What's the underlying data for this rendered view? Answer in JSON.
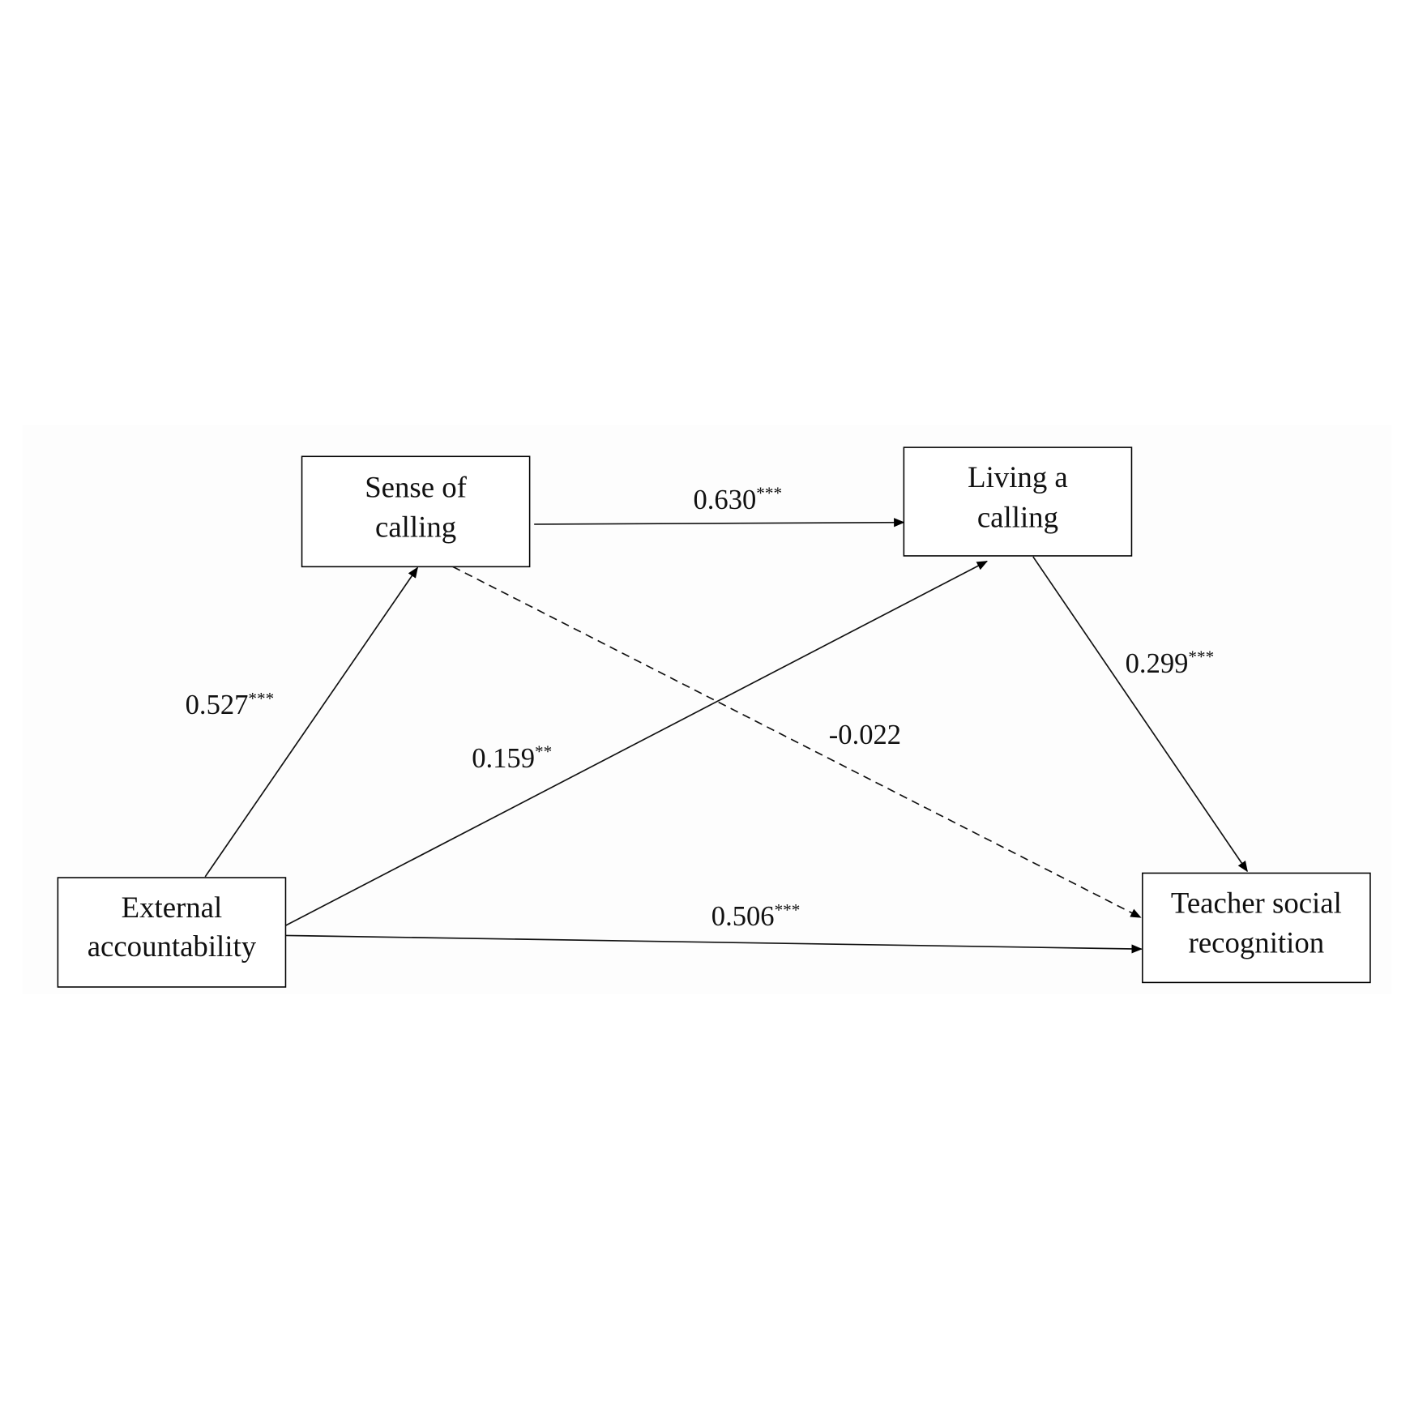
{
  "nodes": {
    "sense": {
      "line1": "Sense of",
      "line2": "calling"
    },
    "living": {
      "line1": "Living a",
      "line2": "calling"
    },
    "external": {
      "line1": "External",
      "line2": "accountability"
    },
    "teacher": {
      "line1": "Teacher social",
      "line2": "recognition"
    }
  },
  "paths": {
    "external_sense": {
      "coef": "0.527",
      "sig": "***",
      "style": "solid"
    },
    "sense_living": {
      "coef": "0.630",
      "sig": "***",
      "style": "solid"
    },
    "external_living": {
      "coef": "0.159",
      "sig": "**",
      "style": "solid"
    },
    "sense_teacher": {
      "coef": "-0.022",
      "sig": "",
      "style": "dashed"
    },
    "living_teacher": {
      "coef": "0.299",
      "sig": "***",
      "style": "solid"
    },
    "external_teacher": {
      "coef": "0.506",
      "sig": "***",
      "style": "solid"
    }
  }
}
